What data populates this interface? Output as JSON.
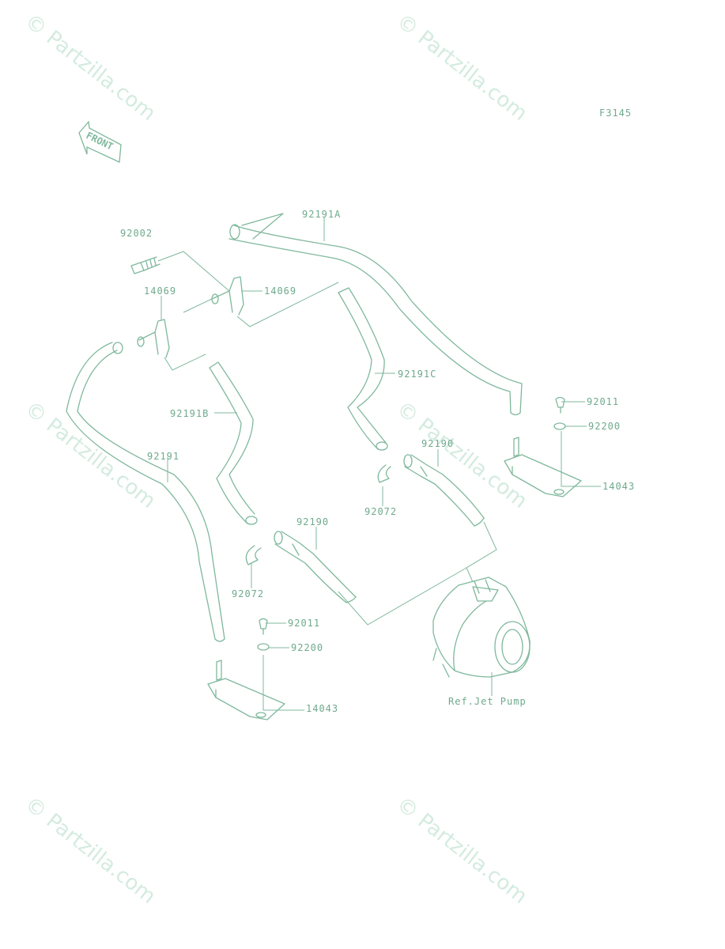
{
  "colors": {
    "line": "#7fb89c",
    "text": "#6faa8c",
    "watermark": "#d4ebe0",
    "background": "#ffffff"
  },
  "header": {
    "figure_code": "F3145",
    "front_marker": "FRONT"
  },
  "watermark": {
    "text": "© Partzilla.com"
  },
  "parts": {
    "p92002": "92002",
    "p14069_right": "14069",
    "p14069_left": "14069",
    "p92191A": "92191A",
    "p92191C": "92191C",
    "p92191B": "92191B",
    "p92191": "92191",
    "p92190_right": "92190",
    "p92190_left": "92190",
    "p92072_right": "92072",
    "p92072_left": "92072",
    "p92011_right": "92011",
    "p92200_right": "92200",
    "p14043_right": "14043",
    "p92011_left": "92011",
    "p92200_left": "92200",
    "p14043_left": "14043",
    "ref_jet_pump": "Ref.Jet Pump"
  }
}
